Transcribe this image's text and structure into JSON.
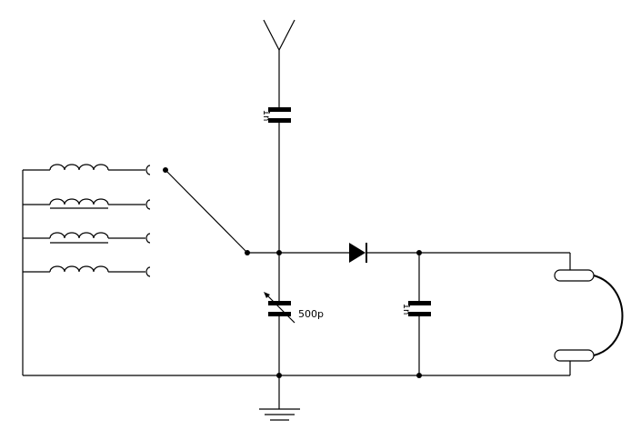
{
  "components": {
    "antenna_cap": {
      "value": "1n"
    },
    "tuning_cap": {
      "value": "500p"
    },
    "filter_cap": {
      "value": "1n"
    }
  },
  "colors": {
    "ink": "#000000",
    "background": "#ffffff"
  }
}
